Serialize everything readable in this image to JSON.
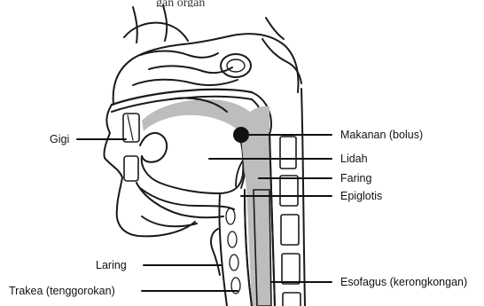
{
  "header_fragment": "gan organ",
  "labels": {
    "gigi": "Gigi",
    "makanan": "Makanan (bolus)",
    "lidah": "Lidah",
    "faring": "Faring",
    "epiglotis": "Epiglotis",
    "laring": "Laring",
    "esofagus": "Esofagus (kerongkongan)",
    "trakea": "Trakea (tenggorokan)"
  },
  "colors": {
    "outline": "#1a1a1a",
    "shade": "#bdbdbd",
    "bolus": "#111111",
    "label": "#111111"
  }
}
